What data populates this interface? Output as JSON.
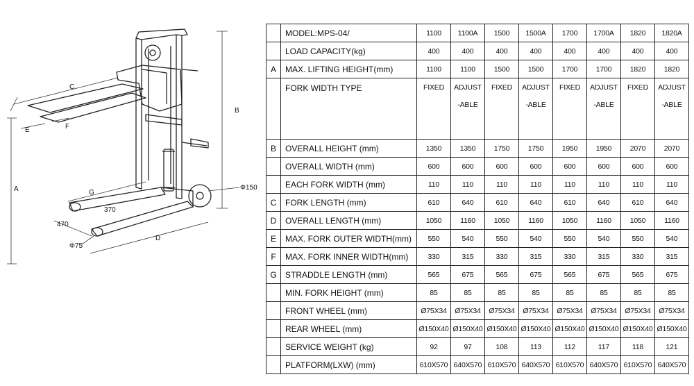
{
  "diagram": {
    "labels": {
      "A": "A",
      "B": "B",
      "C": "C",
      "D": "D",
      "E": "E",
      "F": "F",
      "G": "G",
      "dim_470": "470",
      "dim_370": "370",
      "rear_wheel": "Φ150",
      "front_wheel": "Φ75"
    }
  },
  "table": {
    "header": {
      "label": "MODEL:MPS-04/",
      "models": [
        "1100",
        "1100A",
        "1500",
        "1500A",
        "1700",
        "1700A",
        "1820",
        "1820A"
      ]
    },
    "rows": [
      {
        "code": "",
        "label": "LOAD CAPACITY(kg)",
        "values": [
          "400",
          "400",
          "400",
          "400",
          "400",
          "400",
          "400",
          "400"
        ]
      },
      {
        "code": "A",
        "label": "MAX. LIFTING HEIGHT(mm)",
        "values": [
          "1100",
          "1100",
          "1500",
          "1500",
          "1700",
          "1700",
          "1820",
          "1820"
        ]
      },
      {
        "code": "",
        "label": "FORK WIDTH TYPE",
        "values": [
          [
            "FIXED",
            ""
          ],
          [
            "ADJUST",
            "-ABLE"
          ],
          [
            "FIXED",
            ""
          ],
          [
            "ADJUST",
            "-ABLE"
          ],
          [
            "FIXED",
            ""
          ],
          [
            "ADJUST",
            "-ABLE"
          ],
          [
            "FIXED",
            ""
          ],
          [
            "ADJUST",
            "-ABLE"
          ]
        ]
      },
      {
        "code": "B",
        "label": "OVERALL HEIGHT (mm)",
        "values": [
          "1350",
          "1350",
          "1750",
          "1750",
          "1950",
          "1950",
          "2070",
          "2070"
        ]
      },
      {
        "code": "",
        "label": "OVERALL WIDTH (mm)",
        "values": [
          "600",
          "600",
          "600",
          "600",
          "600",
          "600",
          "600",
          "600"
        ]
      },
      {
        "code": "",
        "label": "EACH FORK WIDTH (mm)",
        "values": [
          "110",
          "110",
          "110",
          "110",
          "110",
          "110",
          "110",
          "110"
        ]
      },
      {
        "code": "C",
        "label": "FORK LENGTH (mm)",
        "values": [
          "610",
          "640",
          "610",
          "640",
          "610",
          "640",
          "610",
          "640"
        ]
      },
      {
        "code": "D",
        "label": "OVERALL LENGTH (mm)",
        "values": [
          "1050",
          "1160",
          "1050",
          "1160",
          "1050",
          "1160",
          "1050",
          "1160"
        ]
      },
      {
        "code": "E",
        "label": "MAX. FORK OUTER WIDTH(mm)",
        "values": [
          "550",
          "540",
          "550",
          "540",
          "550",
          "540",
          "550",
          "540"
        ]
      },
      {
        "code": "F",
        "label": "MAX. FORK INNER WIDTH(mm)",
        "values": [
          "330",
          "315",
          "330",
          "315",
          "330",
          "315",
          "330",
          "315"
        ]
      },
      {
        "code": "G",
        "label": "STRADDLE LENGTH (mm)",
        "values": [
          "565",
          "675",
          "565",
          "675",
          "565",
          "675",
          "565",
          "675"
        ]
      },
      {
        "code": "",
        "label": "MIN. FORK HEIGHT (mm)",
        "values": [
          "85",
          "85",
          "85",
          "85",
          "85",
          "85",
          "85",
          "85"
        ]
      },
      {
        "code": "",
        "label": "FRONT WHEEL (mm)",
        "values": [
          "Ø75X34",
          "Ø75X34",
          "Ø75X34",
          "Ø75X34",
          "Ø75X34",
          "Ø75X34",
          "Ø75X34",
          "Ø75X34"
        ]
      },
      {
        "code": "",
        "label": "REAR WHEEL (mm)",
        "values": [
          "Ø150X40",
          "Ø150X40",
          "Ø150X40",
          "Ø150X40",
          "Ø150X40",
          "Ø150X40",
          "Ø150X40",
          "Ø150X40"
        ]
      },
      {
        "code": "",
        "label": "SERVICE WEIGHT (kg)",
        "values": [
          "92",
          "97",
          "108",
          "113",
          "112",
          "117",
          "118",
          "121"
        ]
      },
      {
        "code": "",
        "label": "PLATFORM(LXW) (mm)",
        "values": [
          "610X570",
          "640X570",
          "610X570",
          "640X570",
          "610X570",
          "640X570",
          "610X570",
          "640X570"
        ]
      }
    ]
  }
}
